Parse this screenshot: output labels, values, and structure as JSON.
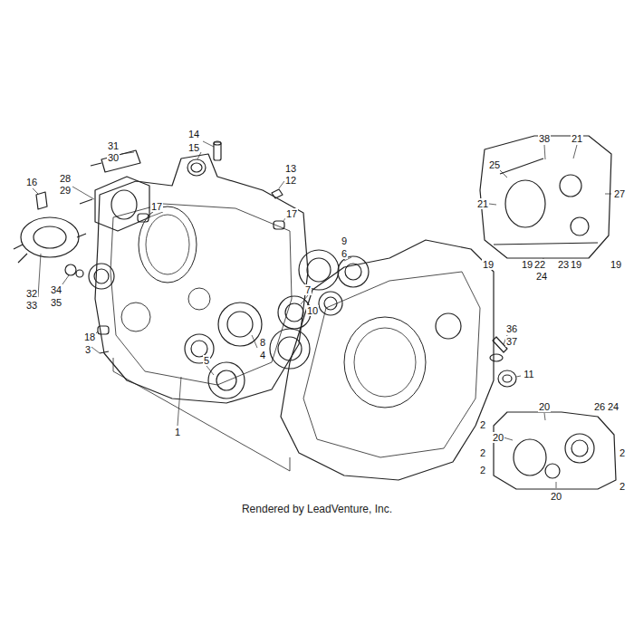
{
  "diagram": {
    "caption": "Rendered by LeadVenture, Inc.",
    "labels": [
      "31",
      "30",
      "14",
      "15",
      "13",
      "12",
      "16",
      "28",
      "29",
      "17",
      "17",
      "9",
      "6",
      "32",
      "33",
      "34",
      "35",
      "7",
      "10",
      "18",
      "3",
      "8",
      "4",
      "5",
      "36",
      "37",
      "11",
      "1",
      "38",
      "21",
      "25",
      "21",
      "27",
      "19",
      "19",
      "22",
      "23",
      "19",
      "19",
      "24",
      "20",
      "26",
      "24",
      "20",
      "2",
      "2",
      "2",
      "2",
      "2",
      "20"
    ]
  }
}
